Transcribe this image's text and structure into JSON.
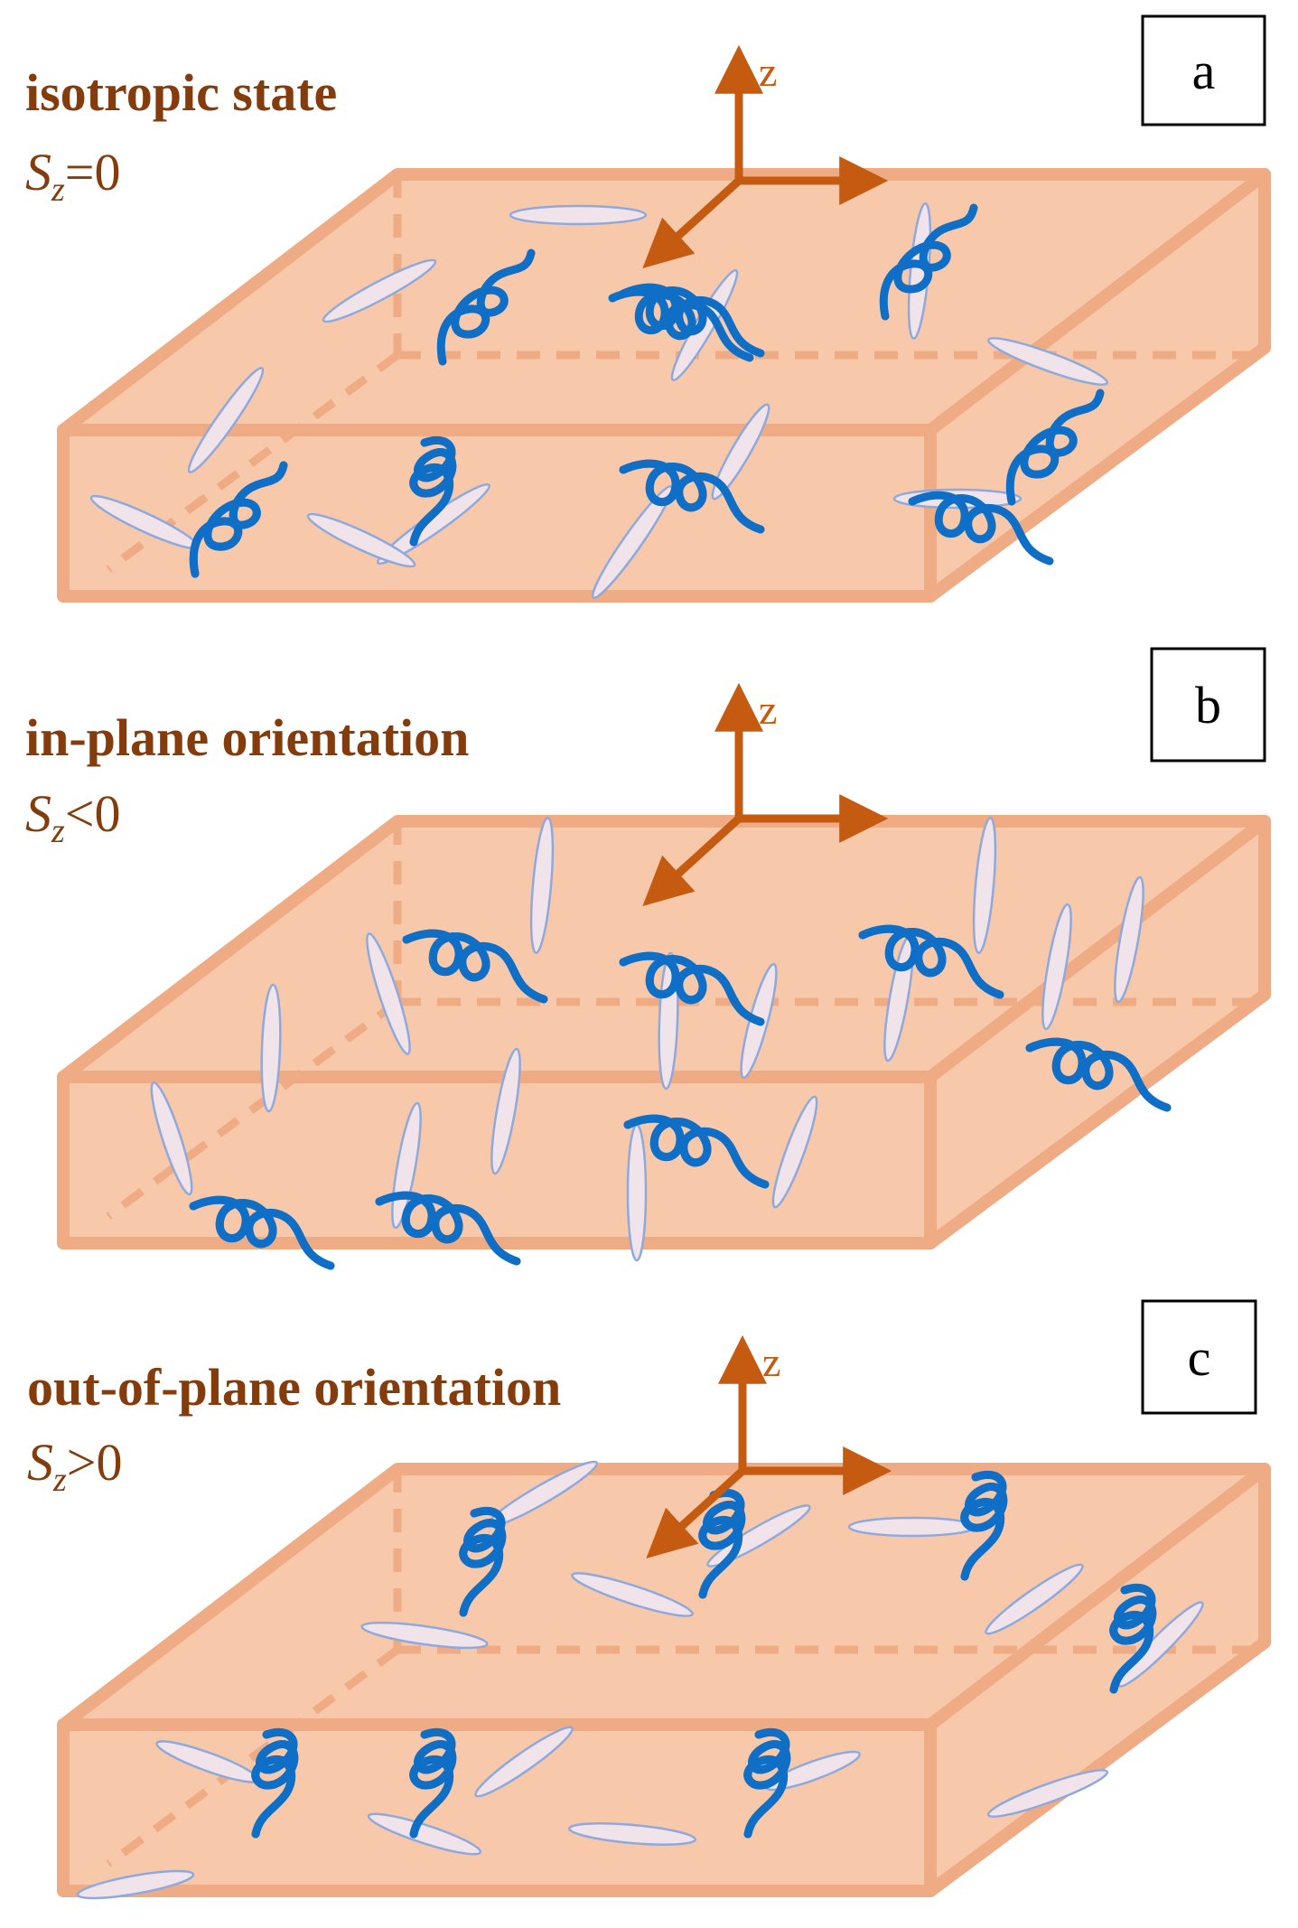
{
  "colors": {
    "slab_fill": "#f7c9aa",
    "slab_stroke": "#efab84",
    "axis": "#c55a11",
    "label_text": "#843c0c",
    "chain": "#0f6fc6",
    "rod_fill": "#f0e4ea",
    "rod_stroke": "#8fa9dc",
    "box_stroke": "#000000"
  },
  "axis_label": "z",
  "panels": [
    {
      "id": "a",
      "letter": "a",
      "title": "isotropic state",
      "param_symbol": "S",
      "param_subscript": "z",
      "param_relation": "=0",
      "orientation": "isotropic"
    },
    {
      "id": "b",
      "letter": "b",
      "title": "in-plane orientation",
      "param_symbol": "S",
      "param_subscript": "z",
      "param_relation": "<0",
      "orientation": "in-plane"
    },
    {
      "id": "c",
      "letter": "c",
      "title": "out-of-plane orientation",
      "param_symbol": "S",
      "param_subscript": "z",
      "param_relation": ">0",
      "orientation": "out-of-plane"
    }
  ]
}
